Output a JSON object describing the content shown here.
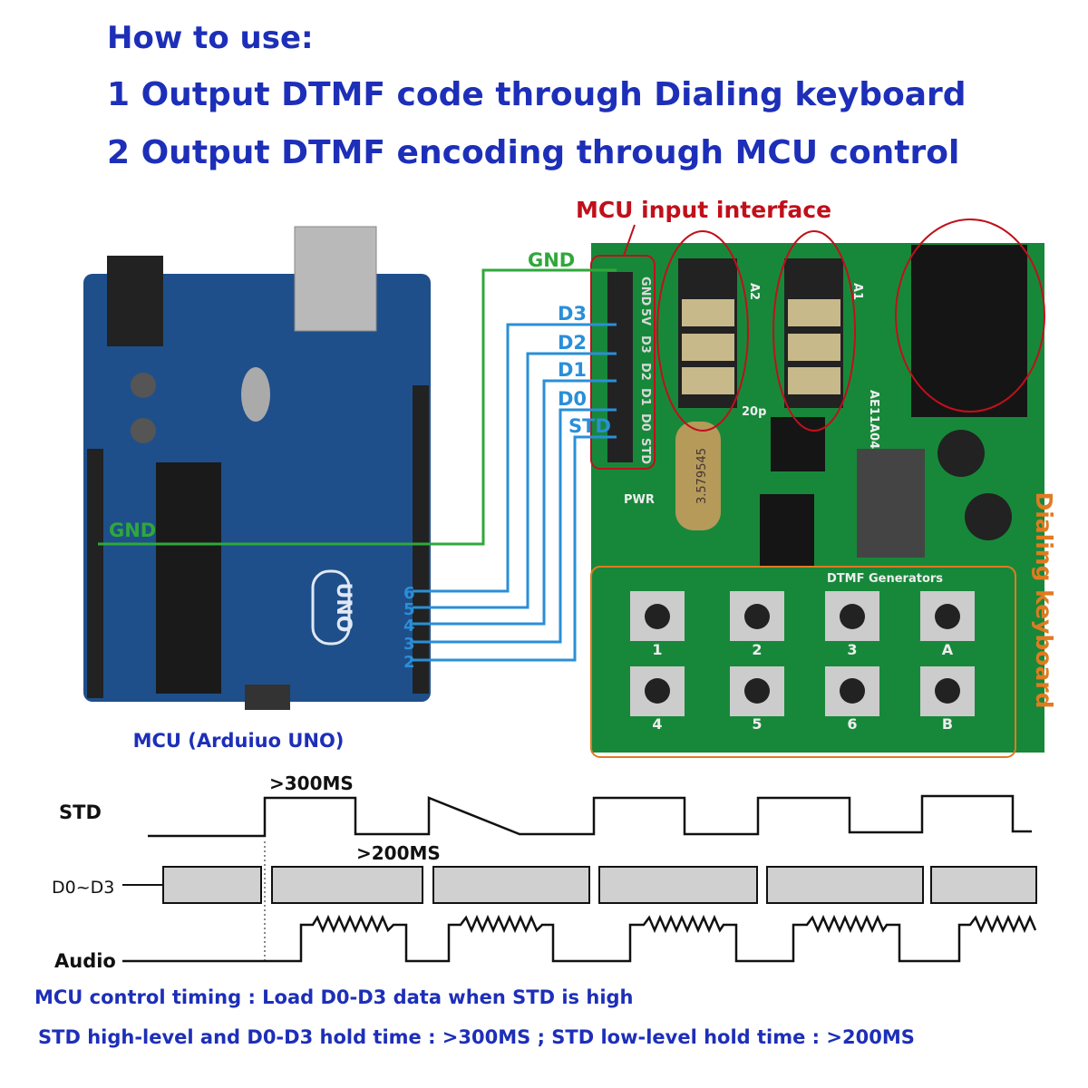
{
  "header": {
    "title": "How to use:",
    "step1": "1 Output DTMF code through Dialing keyboard",
    "step2": "2 Output DTMF encoding through MCU control"
  },
  "labels": {
    "mcu_interface": "MCU input interface",
    "gnd": "GND",
    "d3": "D3",
    "d2": "D2",
    "d1": "D1",
    "d0": "D0",
    "std": "STD",
    "arduino_gnd": "GND",
    "mcu_caption": "MCU (Arduiuo UNO)",
    "dialing_keyboard": "Dialing keyboard",
    "pin_numbers": [
      "6",
      "5",
      "4",
      "3",
      "2"
    ],
    "module_pins": [
      "GND",
      "5V",
      "D3",
      "D2",
      "D1",
      "D0",
      "STD"
    ],
    "board_text": {
      "uno": "UNO",
      "dtmf": "DTMF Generators",
      "model": "AE11A04",
      "pwr": "PWR",
      "crystal": "3.579545",
      "cap": "20p",
      "a1": "A1",
      "a2": "A2"
    },
    "keys": [
      "1",
      "2",
      "3",
      "A",
      "4",
      "5",
      "6",
      "B"
    ]
  },
  "timing": {
    "std_label": "STD",
    "data_label": "D0~D3",
    "audio_label": "Audio",
    "high_time": ">300MS",
    "low_time": ">200MS"
  },
  "footer": {
    "line1": "MCU control timing : Load D0-D3 data when STD is high",
    "line2": "STD high-level and D0-D3 hold time : >300MS ;  STD low-level hold time : >200MS"
  },
  "colors": {
    "title": "#1d2fb8",
    "red": "#c0101a",
    "green": "#2fa83a",
    "blue": "#2a8fd8",
    "orange": "#e07b20",
    "arduino": "#1e4f8a",
    "pcb": "#17883a"
  }
}
